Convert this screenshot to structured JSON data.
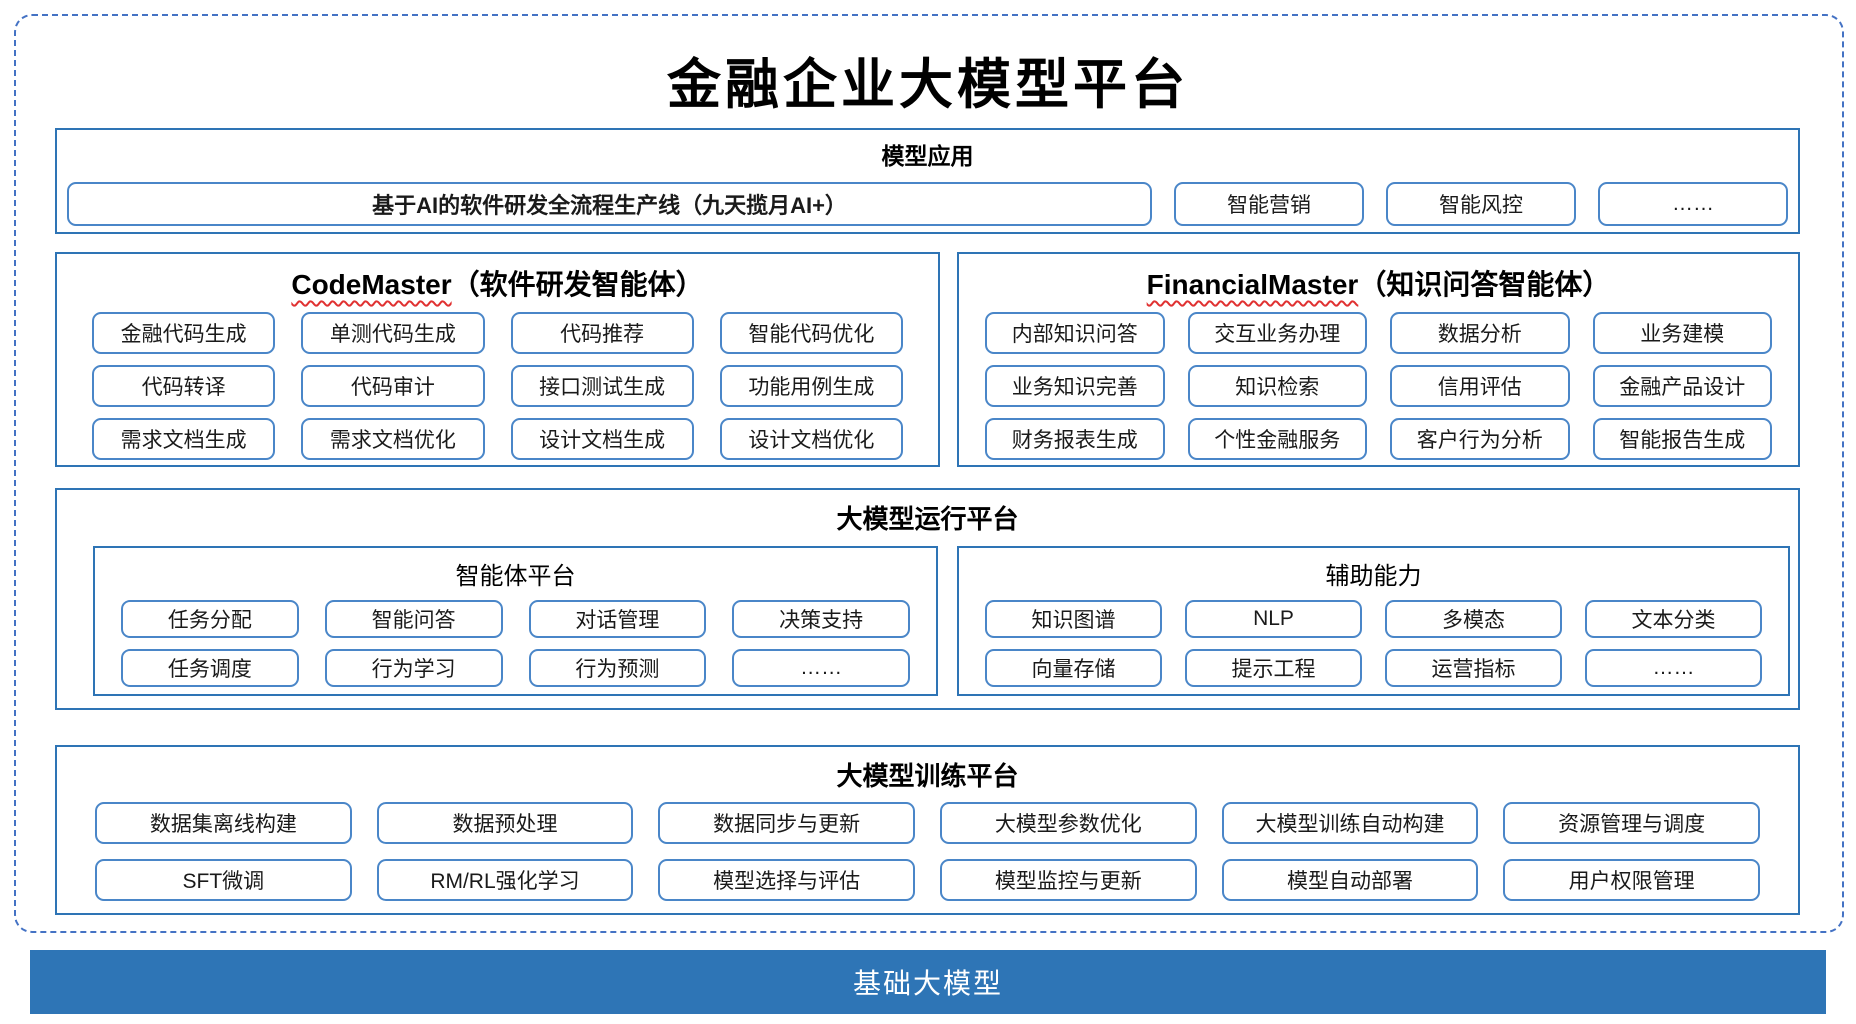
{
  "page_title": "金融企业大模型平台",
  "colors": {
    "section_border": "#2E74B5",
    "button_border": "#4A86C8",
    "dashed_frame": "#4472C4",
    "foundation_bg": "#2E75B6",
    "spellcheck_squiggle": "#E03131"
  },
  "model_application": {
    "title": "模型应用",
    "main_item": "基于AI的软件研发全流程生产线（九天揽月AI+）",
    "items": [
      "智能营销",
      "智能风控",
      "……"
    ]
  },
  "agents": [
    {
      "name_en": "CodeMaster",
      "name_zh": "（软件研发智能体）",
      "items": [
        "金融代码生成",
        "单测代码生成",
        "代码推荐",
        "智能代码优化",
        "代码转译",
        "代码审计",
        "接口测试生成",
        "功能用例生成",
        "需求文档生成",
        "需求文档优化",
        "设计文档生成",
        "设计文档优化"
      ]
    },
    {
      "name_en": "FinancialMaster",
      "name_zh": "（知识问答智能体）",
      "items": [
        "内部知识问答",
        "交互业务办理",
        "数据分析",
        "业务建模",
        "业务知识完善",
        "知识检索",
        "信用评估",
        "金融产品设计",
        "财务报表生成",
        "个性金融服务",
        "客户行为分析",
        "智能报告生成"
      ]
    }
  ],
  "runtime_platform": {
    "title": "大模型运行平台",
    "groups": [
      {
        "title": "智能体平台",
        "items": [
          "任务分配",
          "智能问答",
          "对话管理",
          "决策支持",
          "任务调度",
          "行为学习",
          "行为预测",
          "……"
        ]
      },
      {
        "title": "辅助能力",
        "items": [
          "知识图谱",
          "NLP",
          "多模态",
          "文本分类",
          "向量存储",
          "提示工程",
          "运营指标",
          "……"
        ]
      }
    ]
  },
  "training_platform": {
    "title": "大模型训练平台",
    "items": [
      "数据集离线构建",
      "数据预处理",
      "数据同步与更新",
      "大模型参数优化",
      "大模型训练自动构建",
      "资源管理与调度",
      "SFT微调",
      "RM/RL强化学习",
      "模型选择与评估",
      "模型监控与更新",
      "模型自动部署",
      "用户权限管理"
    ]
  },
  "foundation": {
    "title": "基础大模型"
  }
}
